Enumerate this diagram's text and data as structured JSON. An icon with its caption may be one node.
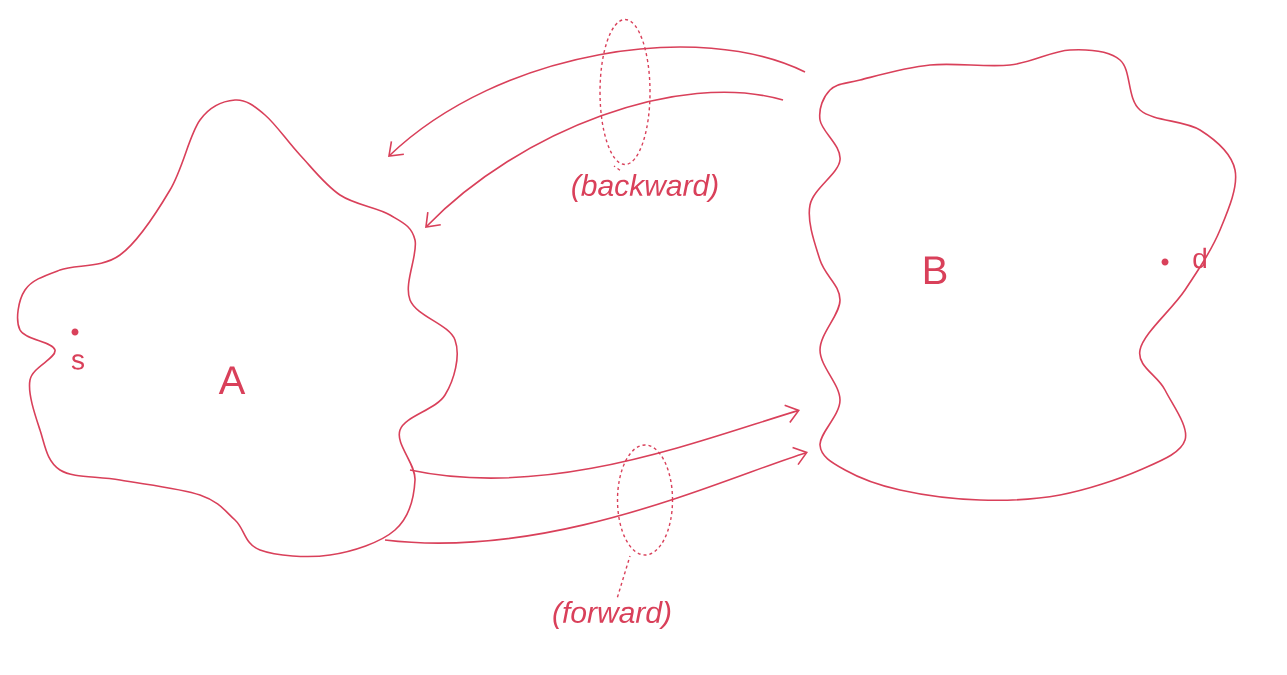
{
  "diagram": {
    "nodes": [
      {
        "text": [
          "A"
        ]
      },
      {
        "text": [
          "B"
        ]
      },
      {
        "text": [
          "(backward)"
        ]
      },
      {
        "text": [
          "(forward)"
        ]
      }
    ],
    "edges": [
      {
        "from": 1,
        "to": 0,
        "arrow": "to"
      },
      {
        "from": 1,
        "to": 0,
        "arrow": "to"
      },
      {
        "from": 0,
        "to": 1,
        "arrow": "to"
      },
      {
        "from": 0,
        "to": 1,
        "arrow": "to"
      },
      {
        "from": 2,
        "to": null,
        "arrow": "none",
        "style": "dashed"
      },
      {
        "from": 3,
        "to": null,
        "arrow": "none",
        "style": "dashed"
      }
    ],
    "labels": [
      "s",
      "d"
    ]
  }
}
